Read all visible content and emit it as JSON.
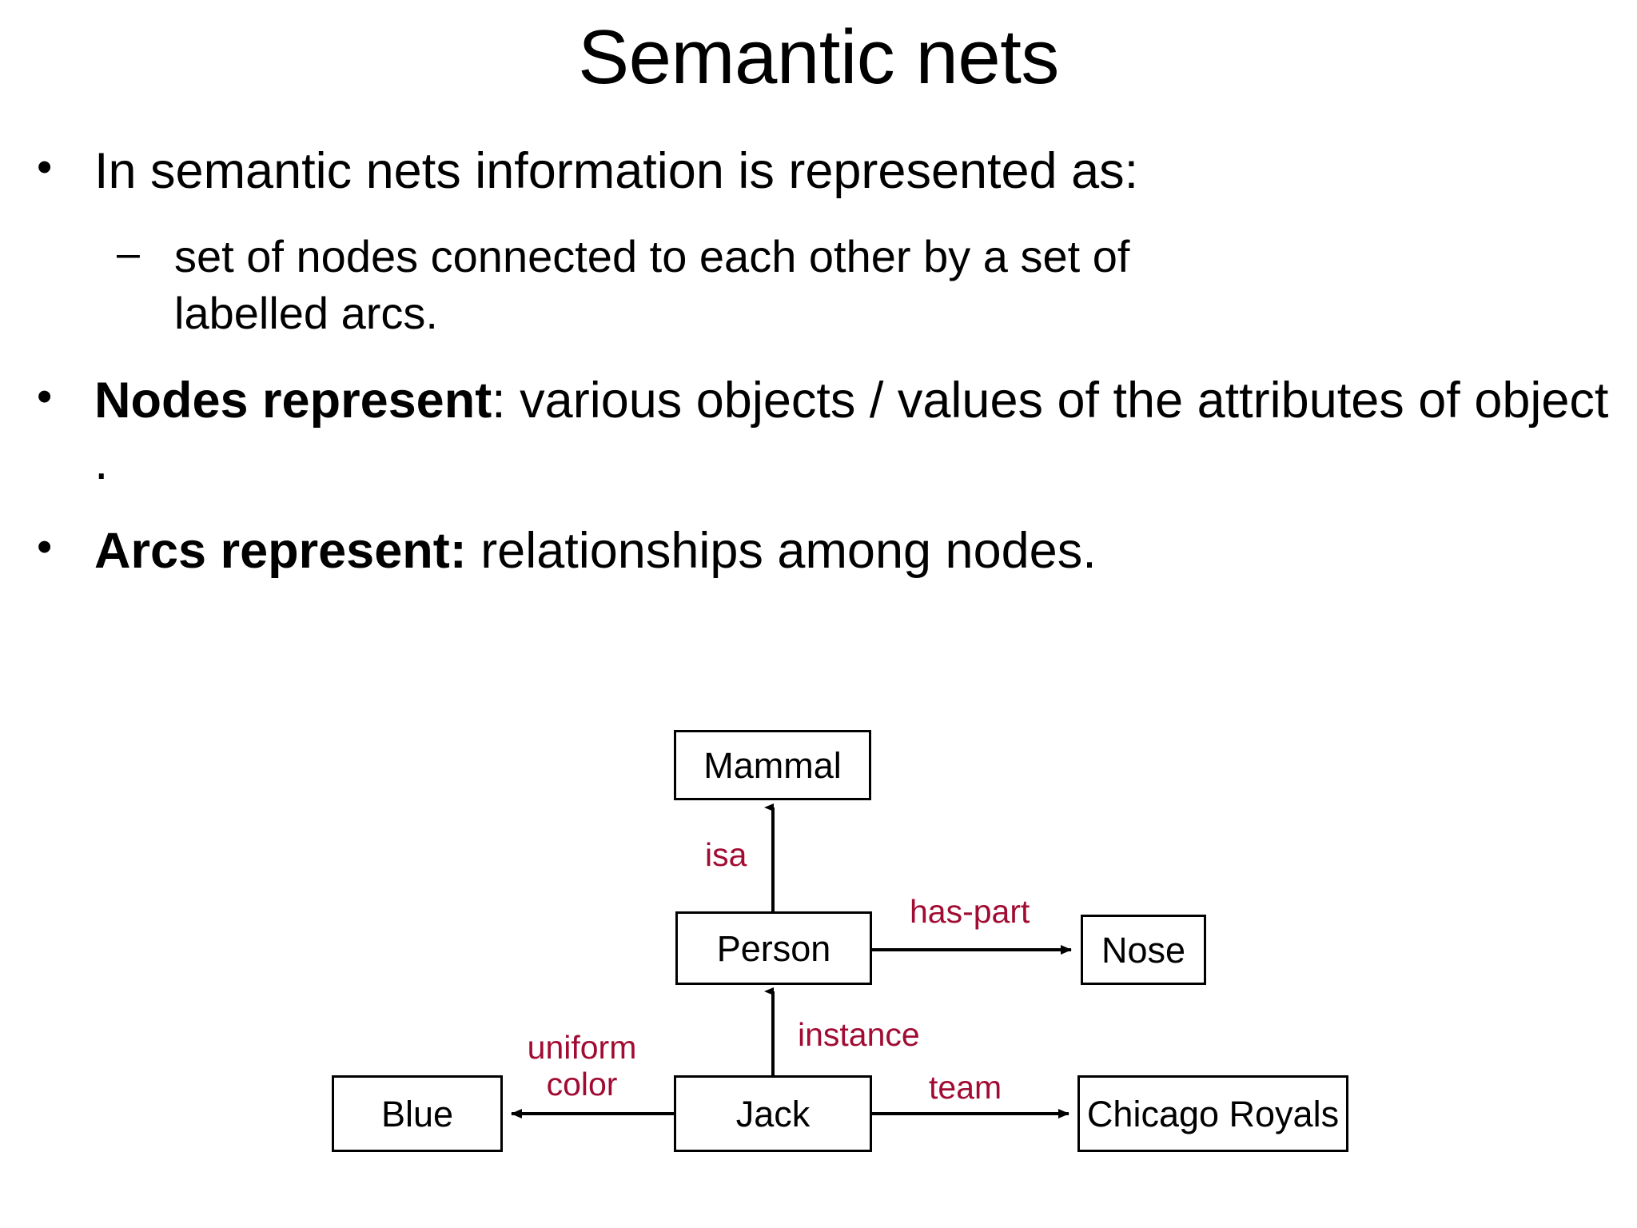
{
  "slide": {
    "title": "Semantic nets",
    "background_color": "#FFFFFF",
    "text_color": "#000000",
    "accent_color": "#A10C33"
  },
  "body": {
    "bullet1": {
      "marker": "•",
      "text": "In semantic nets information is represented as:"
    },
    "subbullet1": {
      "marker": "–",
      "line1": " set of nodes connected to each other by a set of",
      "line2": "labelled arcs."
    },
    "bullet2": {
      "marker": "•",
      "bold": "Nodes represent",
      "rest": ": various objects / values of the attributes of object ."
    },
    "bullet3": {
      "marker": "•",
      "bold": "Arcs represent:",
      "rest": " relationships among nodes."
    }
  },
  "diagram": {
    "type": "semantic-network",
    "nodes": [
      {
        "id": "mammal",
        "label": "Mammal"
      },
      {
        "id": "person",
        "label": "Person"
      },
      {
        "id": "nose",
        "label": "Nose"
      },
      {
        "id": "blue",
        "label": "Blue"
      },
      {
        "id": "jack",
        "label": "Jack"
      },
      {
        "id": "chicago-royals",
        "label": "Chicago Royals"
      }
    ],
    "arcs": [
      {
        "id": "isa",
        "label": "isa",
        "from": "person",
        "to": "mammal",
        "direction": "up"
      },
      {
        "id": "has-part",
        "label": "has-part",
        "from": "person",
        "to": "nose",
        "direction": "right"
      },
      {
        "id": "instance",
        "label": "instance",
        "from": "jack",
        "to": "person",
        "direction": "up"
      },
      {
        "id": "uniform-color",
        "label_line1": "uniform",
        "label_line2": "color",
        "from": "jack",
        "to": "blue",
        "direction": "left"
      },
      {
        "id": "team",
        "label": "team",
        "from": "jack",
        "to": "chicago-royals",
        "direction": "right"
      }
    ],
    "arc_label_color": "#A10C33",
    "node_border_color": "#000000"
  }
}
